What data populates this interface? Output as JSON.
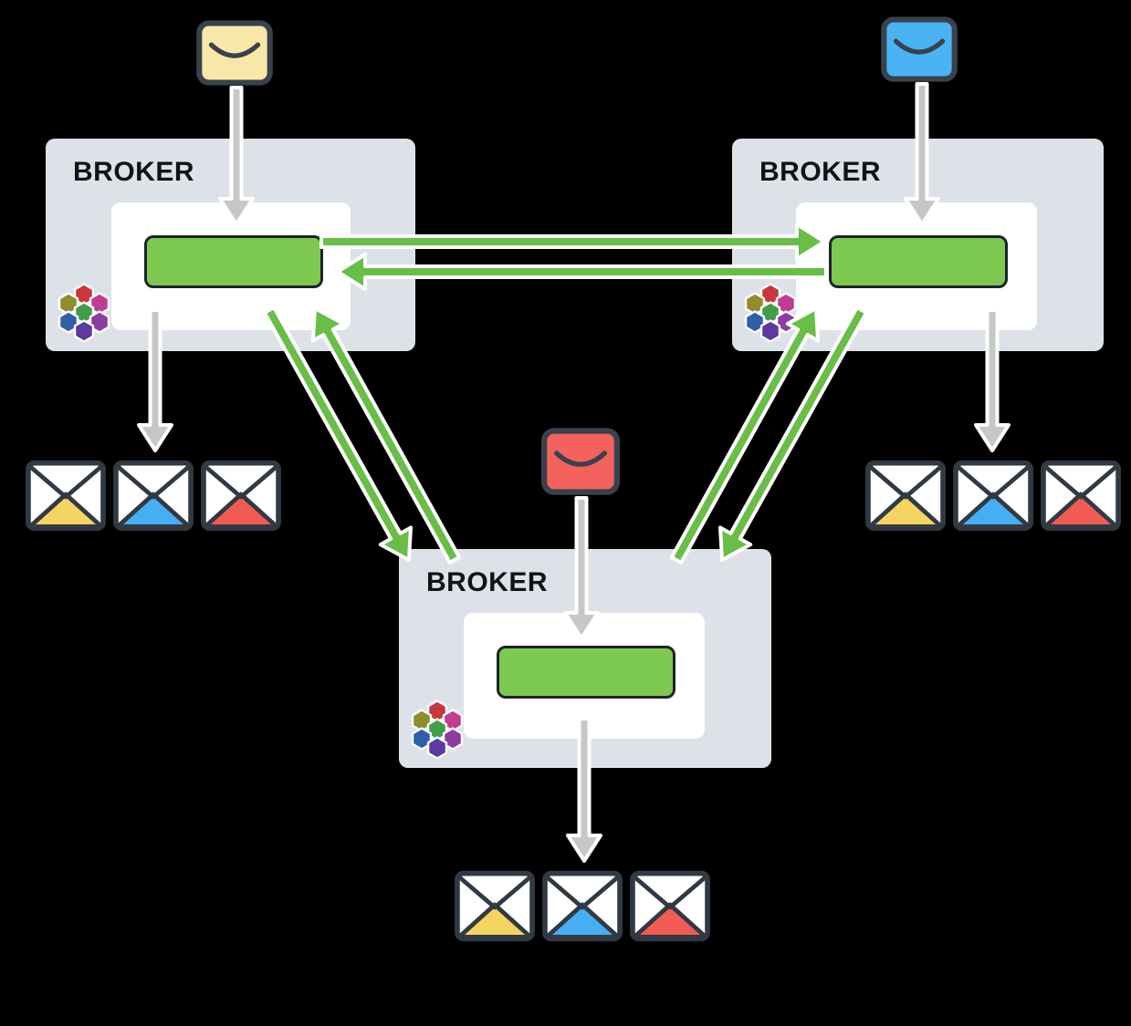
{
  "brokers": [
    {
      "label": "BROKER"
    },
    {
      "label": "BROKER"
    },
    {
      "label": "BROKER"
    }
  ],
  "producers": [
    {
      "icon": "closed-envelope-icon",
      "color_key": "producer_yellow"
    },
    {
      "icon": "closed-envelope-icon",
      "color_key": "producer_blue"
    },
    {
      "icon": "closed-envelope-icon",
      "color_key": "producer_red"
    }
  ],
  "consumer_groups": [
    {
      "envelope_color_keys": [
        "consumer_yellow",
        "consumer_blue",
        "consumer_red"
      ]
    },
    {
      "envelope_color_keys": [
        "consumer_yellow",
        "consumer_blue",
        "consumer_red"
      ]
    },
    {
      "envelope_color_keys": [
        "consumer_yellow",
        "consumer_blue",
        "consumer_red"
      ]
    }
  ],
  "icons": {
    "broker_logo": "hexagon-cluster-icon",
    "producer": "closed-envelope-icon",
    "consumer": "open-envelope-icon"
  },
  "colors": {
    "background": "#000000",
    "broker_panel": "#dde2e9",
    "inner_panel": "#ffffff",
    "queue_green": "#7dc84f",
    "queue_border": "#1d232b",
    "arrow_green": "#68be46",
    "arrow_gray": "#c7c7c7",
    "arrow_outline": "#ffffff",
    "producer_yellow": "#f8e7a6",
    "producer_blue": "#4ab3f4",
    "producer_red": "#f3625c",
    "consumer_yellow": "#f6d460",
    "consumer_blue": "#46aef2",
    "consumer_red": "#f25b54",
    "envelope_outline": "#313943",
    "label_text": "#101418"
  }
}
